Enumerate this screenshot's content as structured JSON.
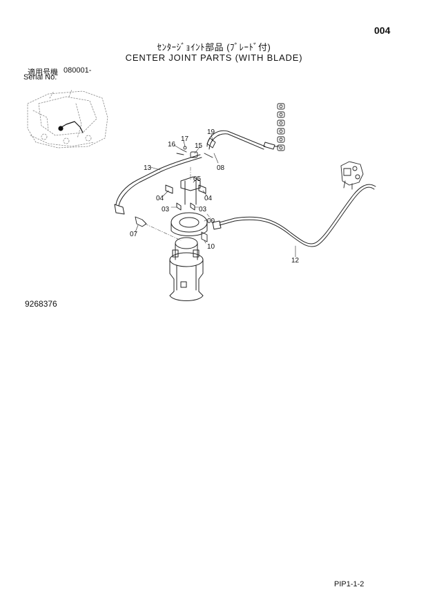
{
  "header": {
    "page_number": "004",
    "title_jp": "ｾﾝﾀｰｼﾞｮｲﾝﾄ部品 (ﾌﾞﾚｰﾄﾞ付)",
    "title_en": "CENTER JOINT PARTS (WITH BLADE)"
  },
  "serial": {
    "label_jp": "適用号機",
    "label_en": "Serial No.",
    "value": "080001-"
  },
  "drawing_number": "9268376",
  "footer": {
    "code": "PIP1-1-2"
  },
  "callouts": {
    "c00": "00",
    "c03a": "03",
    "c03b": "03",
    "c04a": "04",
    "c04b": "04",
    "c05": "05",
    "c07": "07",
    "c08": "08",
    "c10": "10",
    "c12": "12",
    "c13": "13",
    "c15": "15",
    "c16": "16",
    "c17": "17",
    "c19": "19"
  }
}
